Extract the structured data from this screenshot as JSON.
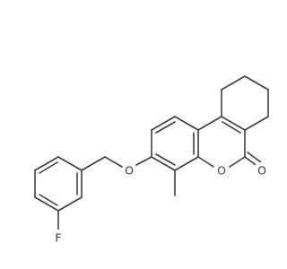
{
  "molecule": {
    "atoms": [
      {
        "id": "F",
        "label": "F"
      },
      {
        "id": "O_ether",
        "label": "O"
      },
      {
        "id": "O_ring",
        "label": "O"
      },
      {
        "id": "O_carbonyl",
        "label": "O"
      }
    ]
  },
  "colors": {
    "bond": "#3d3d3d",
    "background": "#ffffff"
  }
}
